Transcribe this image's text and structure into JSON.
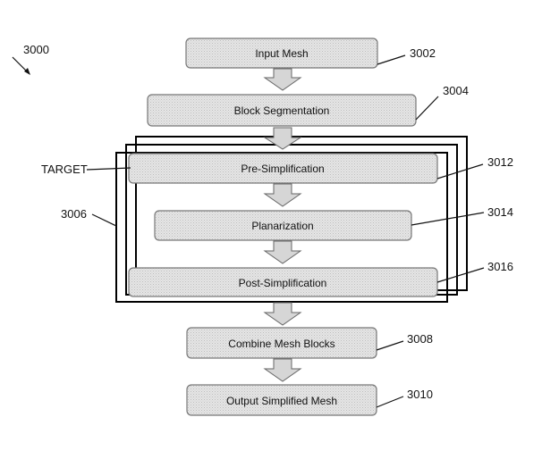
{
  "figure": {
    "figure_ref": "3000",
    "steps": {
      "input_mesh": {
        "label": "Input Mesh",
        "ref": "3002"
      },
      "block_segmentation": {
        "label": "Block Segmentation",
        "ref": "3004"
      },
      "pre_simplification": {
        "label": "Pre-Simplification",
        "ref": "3012"
      },
      "planarization": {
        "label": "Planarization",
        "ref": "3014"
      },
      "post_simplification": {
        "label": "Post-Simplification",
        "ref": "3016"
      },
      "combine_mesh_blocks": {
        "label": "Combine Mesh Blocks",
        "ref": "3008"
      },
      "output_simplified_mesh": {
        "label": "Output Simplified Mesh",
        "ref": "3010"
      }
    },
    "block_stack_ref": "3006",
    "target_label": "TARGET"
  },
  "colors": {
    "box_fill": "#dcdcdc",
    "box_stroke": "#777777",
    "arrow_fill": "#d6d6d6",
    "frame_stroke": "#000000",
    "text": "#111111"
  }
}
